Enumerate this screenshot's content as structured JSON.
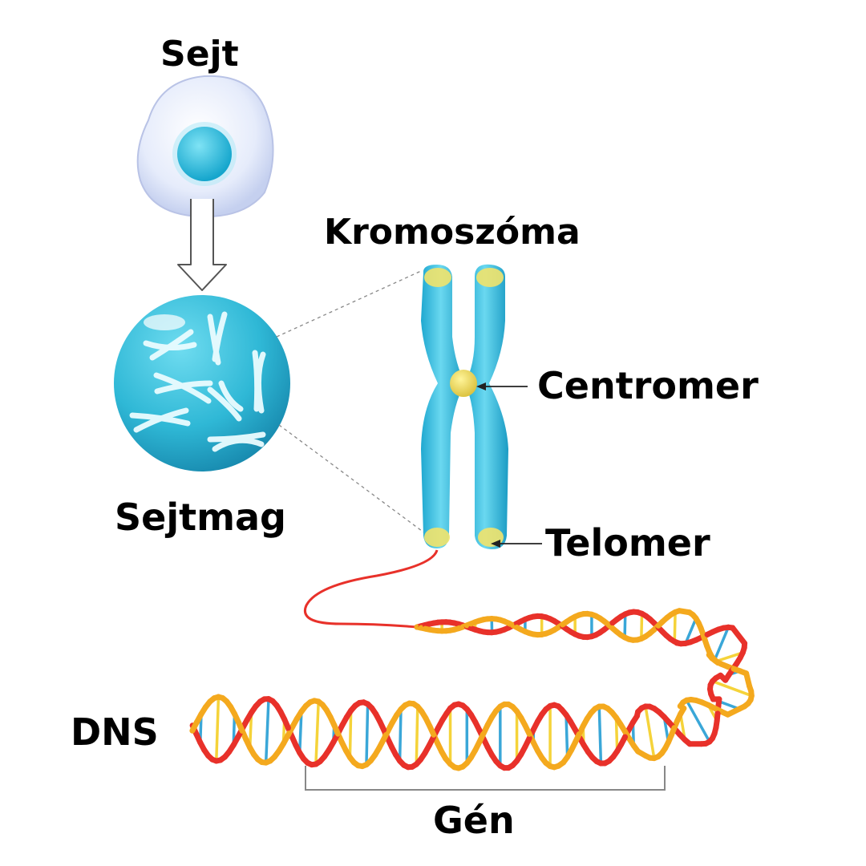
{
  "labels": {
    "cell": "Sejt",
    "nucleus": "Sejtmag",
    "chromosome": "Kromoszóma",
    "centromere": "Centromer",
    "telomere": "Telomer",
    "dna": "DNS",
    "gene": "Gén"
  },
  "colors": {
    "nucleus": "#2fb8d6",
    "chromatid": "#3cc2e2",
    "centromere": "#e9d65a",
    "telomere": "#f1e36b",
    "strand_red": "#e8312a",
    "strand_orange": "#f4a91e",
    "base_blue": "#3aa7d8",
    "base_yellow": "#f5d33a"
  }
}
